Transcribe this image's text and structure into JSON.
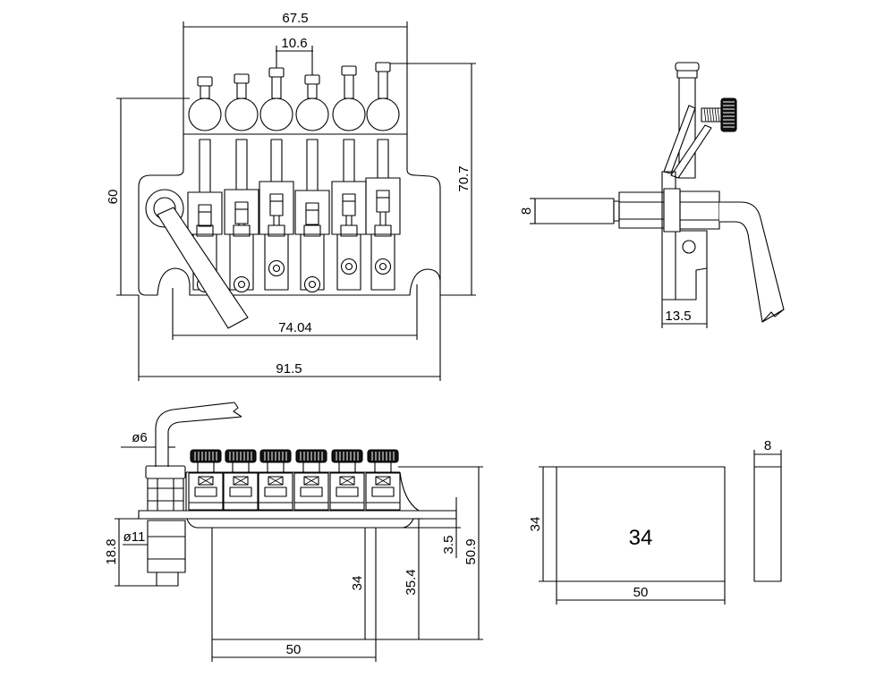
{
  "top_view": {
    "dim_tuner_width": "67.5",
    "dim_string_spacing": "10.6",
    "dim_total_length": "70.7",
    "dim_base_length": "60",
    "dim_stud_spacing": "74.04",
    "dim_base_width": "91.5"
  },
  "side_view": {
    "dim_stud_diameter": "8",
    "dim_body_depth": "13.5"
  },
  "front_view": {
    "dim_arm_diameter": "ø6",
    "dim_stud_diameter": "ø11",
    "dim_stud_height": "18.8",
    "dim_block_height": "34",
    "dim_block_total_height": "35.4",
    "dim_plate_thickness": "3.5",
    "dim_overall_height": "50.9",
    "dim_block_width": "50"
  },
  "block_face_view": {
    "label": "34",
    "dim_height": "34",
    "dim_width": "50"
  },
  "block_edge_view": {
    "dim_thickness": "8"
  },
  "colors": {
    "line": "#000000",
    "background": "#ffffff",
    "knob_fill": "#111111"
  }
}
